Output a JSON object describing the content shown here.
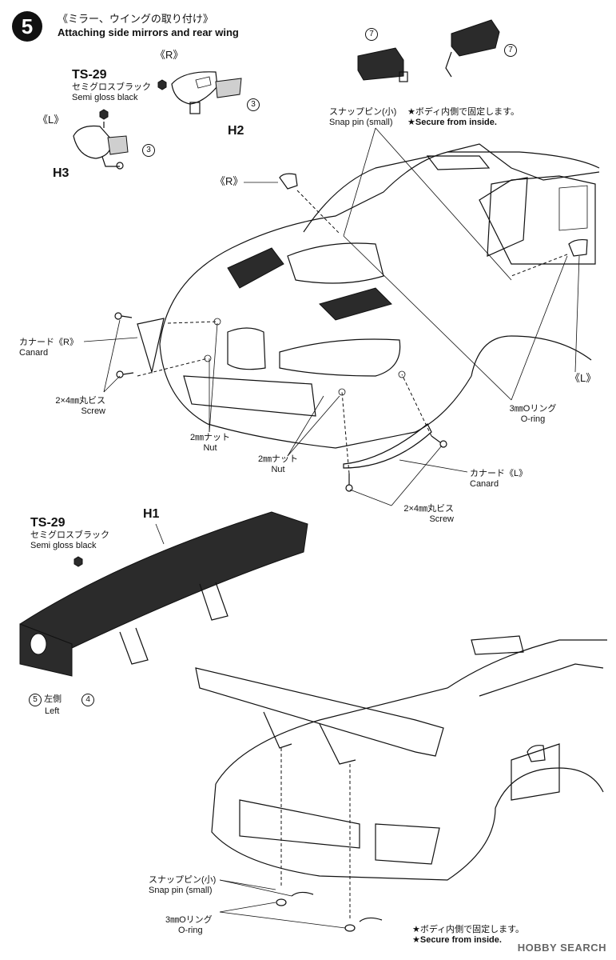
{
  "step": {
    "number": "5",
    "title_jp": "《ミラー、ウイングの取り付け》",
    "title_en": "Attaching side mirrors and rear wing"
  },
  "paint": {
    "code": "TS-29",
    "jp": "セミグロスブラック",
    "en": "Semi gloss black"
  },
  "mirror": {
    "right_mark": "《R》",
    "left_mark": "《L》",
    "part_h2": "H2",
    "part_h3": "H3",
    "sticker_no": "3",
    "mirror_decal_no": "7"
  },
  "snap_pin": {
    "jp": "スナップピン(小)",
    "en": "Snap pin (small)",
    "note_jp": "★ボディ内側で固定します。",
    "note_en": "★Secure from inside."
  },
  "body_labels": {
    "right_mark": "《R》",
    "left_mark": "《L》",
    "canard_r_jp": "カナード《R》",
    "canard_l_jp": "カナード《L》",
    "canard_en": "Canard",
    "screw_jp": "2×4㎜丸ビス",
    "screw_en": "Screw",
    "nut_jp": "2㎜ナット",
    "nut_en": "Nut",
    "oring_jp": "3㎜Oリング",
    "oring_en": "O-ring"
  },
  "wing": {
    "part": "H1",
    "left_jp": "左側",
    "left_en": "Left",
    "decal_a": "5",
    "decal_b": "4"
  },
  "rear": {
    "snap_jp": "スナップピン(小)",
    "snap_en": "Snap pin (small)",
    "oring_jp": "3㎜Oリング",
    "oring_en": "O-ring",
    "note_jp": "★ボディ内側で固定します。",
    "note_en": "★Secure from inside."
  },
  "watermark": "HOBBY SEARCH"
}
